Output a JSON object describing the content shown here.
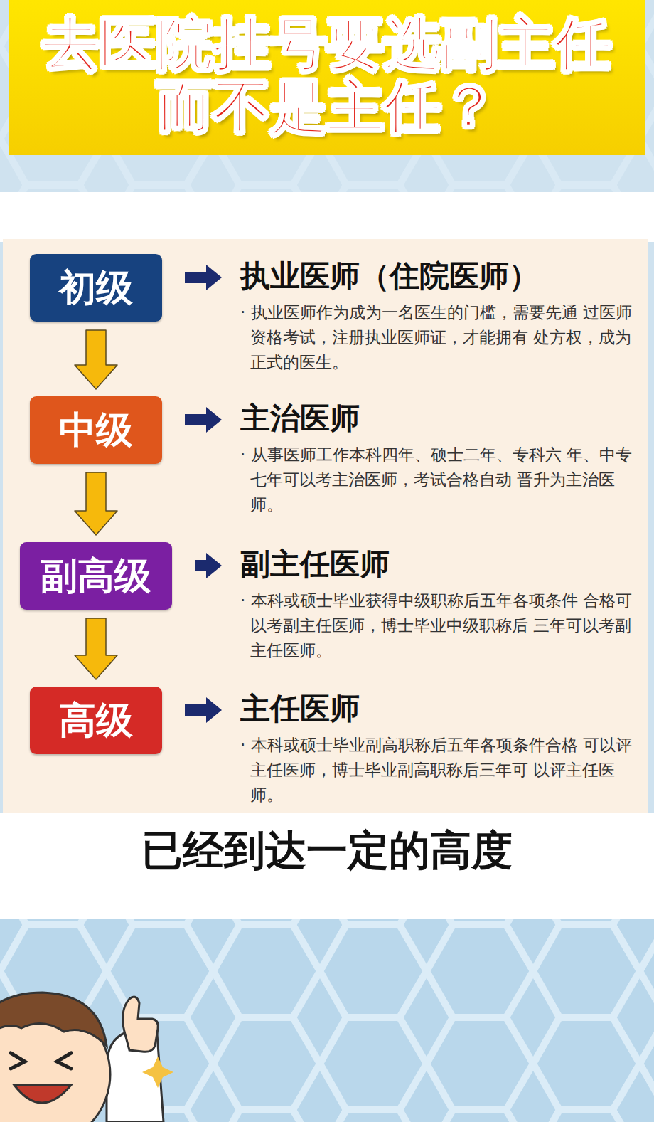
{
  "diagram": {
    "title": "去医院挂号要选副主任 而不是主任？",
    "caption": "已经到达一定的高度",
    "nodes": [
      {
        "text": [
          "初级"
        ]
      },
      {
        "text": [
          "执业医师（住院医师）",
          "· 执业医师作为成为一名医生的门槛，需要先通 过医师资格考试，注册执业医师证，才能拥有 处方权，成为正式的医生。"
        ]
      },
      {
        "text": [
          "中级"
        ]
      },
      {
        "text": [
          "主治医师",
          "· 从事医师工作本科四年、硕士二年、专科六 年、中专七年可以考主治医师，考试合格自动 晋升为主治医师。"
        ]
      },
      {
        "text": [
          "副高级"
        ]
      },
      {
        "text": [
          "副主任医师",
          "· 本科或硕士毕业获得中级职称后五年各项条件 合格可以考副主任医师，博士毕业中级职称后 三年可以考副主任医师。"
        ]
      },
      {
        "text": [
          "高级"
        ]
      },
      {
        "text": [
          "主任医师",
          "· 本科或硕士毕业副高职称后五年各项条件合格 可以评主任医师，博士毕业副高职称后三年可 以评主任医师。"
        ]
      }
    ],
    "edges": [
      {
        "from": 0,
        "to": 1,
        "arrow": "to"
      },
      {
        "from": 0,
        "to": 2,
        "arrow": "to"
      },
      {
        "from": 2,
        "to": 3,
        "arrow": "to"
      },
      {
        "from": 2,
        "to": 4,
        "arrow": "to"
      },
      {
        "from": 4,
        "to": 5,
        "arrow": "to"
      },
      {
        "from": 4,
        "to": 6,
        "arrow": "to"
      },
      {
        "from": 6,
        "to": 7,
        "arrow": "to"
      }
    ]
  }
}
